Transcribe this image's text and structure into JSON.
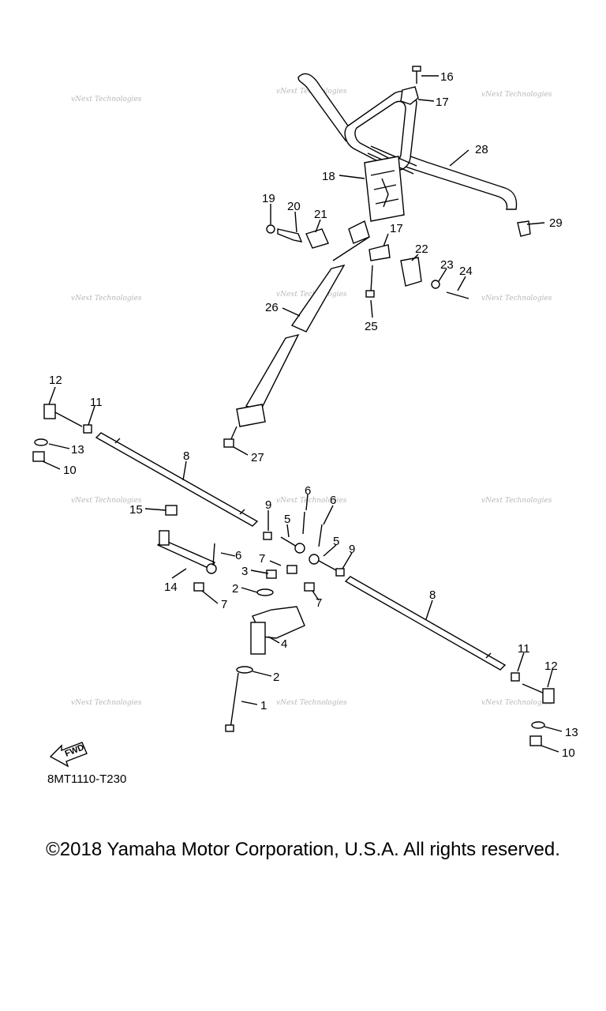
{
  "diagram": {
    "code": "8MT1110-T230",
    "watermark": "vNext Technologies",
    "fwd_label": "FWD",
    "callouts": {
      "c1": "1",
      "c2a": "2",
      "c2b": "2",
      "c3": "3",
      "c4": "4",
      "c5a": "5",
      "c5b": "5",
      "c6a": "6",
      "c6b": "6",
      "c6c": "6",
      "c7a": "7",
      "c7b": "7",
      "c7c": "7",
      "c8a": "8",
      "c8b": "8",
      "c9a": "9",
      "c9b": "9",
      "c10a": "10",
      "c10b": "10",
      "c11a": "11",
      "c11b": "11",
      "c12a": "12",
      "c12b": "12",
      "c13a": "13",
      "c13b": "13",
      "c14": "14",
      "c15": "15",
      "c16": "16",
      "c17a": "17",
      "c17b": "17",
      "c18": "18",
      "c19": "19",
      "c20": "20",
      "c21": "21",
      "c22": "22",
      "c23": "23",
      "c24": "24",
      "c25": "25",
      "c26": "26",
      "c27": "27",
      "c28": "28",
      "c29": "29"
    }
  },
  "footer": {
    "copyright": "©2018 Yamaha Motor Corporation, U.S.A. All rights reserved."
  }
}
